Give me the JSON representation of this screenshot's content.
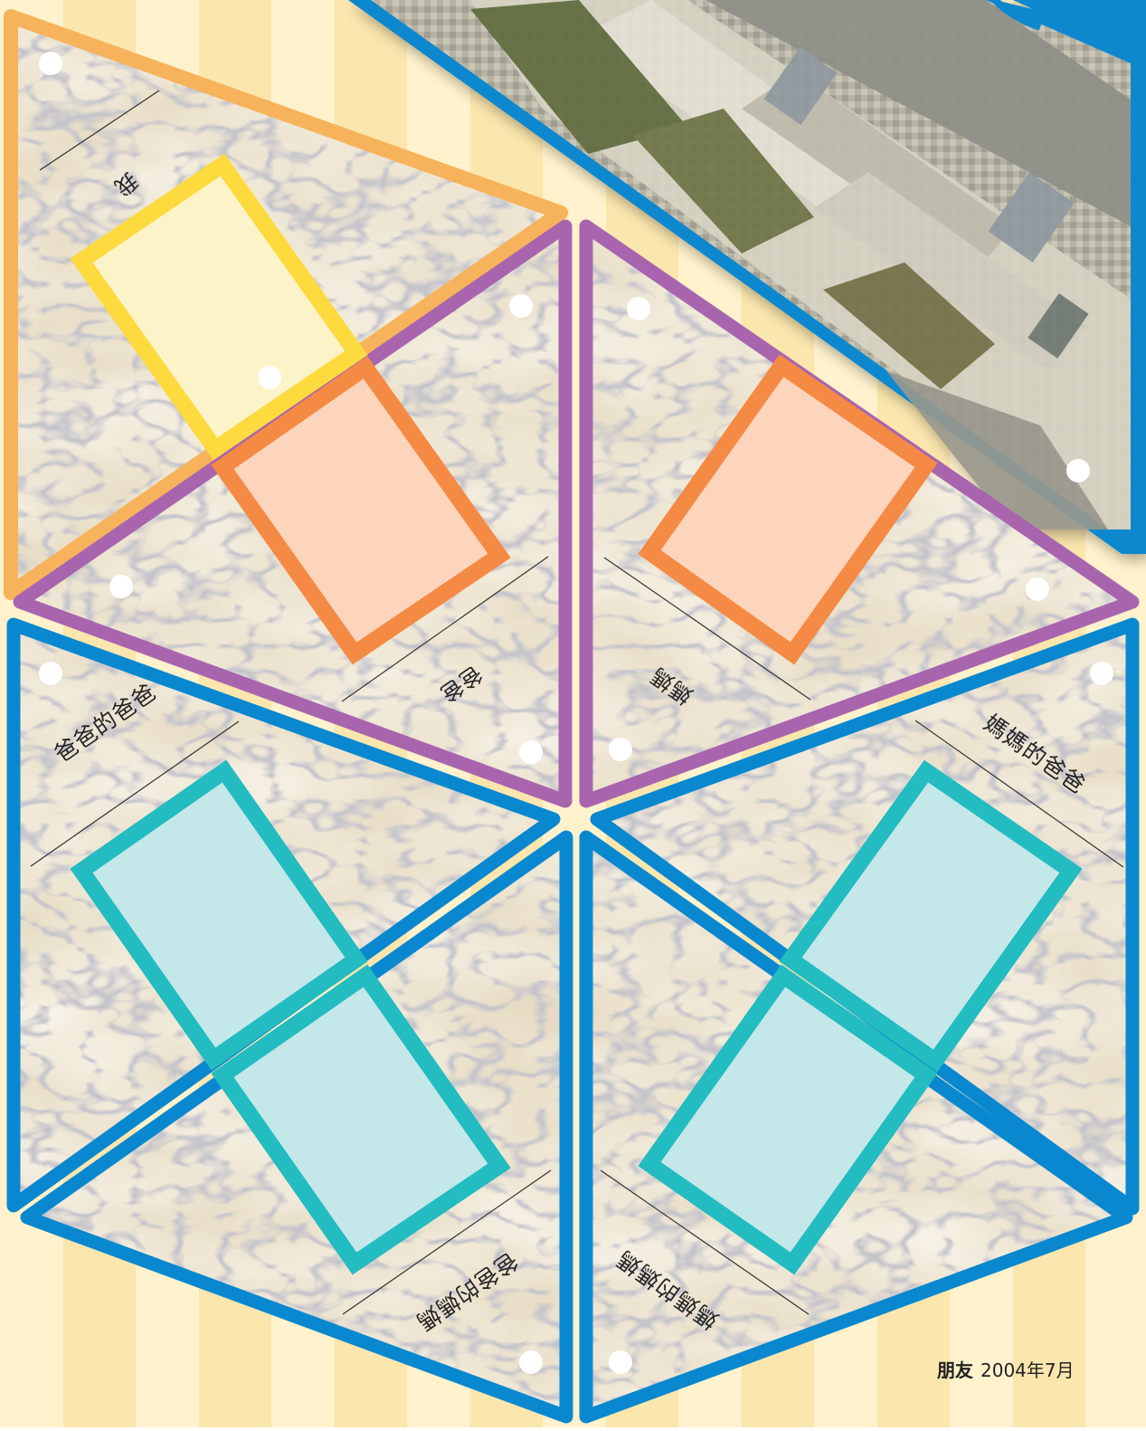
{
  "labels": {
    "me": "我",
    "dad": "爸爸",
    "mom": "媽媽",
    "dads_dad": "爸爸的爸爸",
    "moms_dad": "媽媽的爸爸",
    "dads_mom": "爸爸的媽媽",
    "moms_mom": "媽媽的媽媽"
  },
  "footer": {
    "magazine": "朋友",
    "issue": "2004年7月"
  },
  "colors": {
    "background": "#fbe9b4",
    "stripe": "#fff3cf",
    "marble": "#e6dcc4",
    "me_border": "#f6b35b",
    "me_photo_border": "#fdda3e",
    "me_photo_fill": "#fdf3c8",
    "parents_border": "#a865ae",
    "parents_photo_border": "#f58a45",
    "parents_photo_fill": "#fdd5bd",
    "grandparents_border": "#0a88cf",
    "grandparents_photo_border": "#23bcc1",
    "grandparents_photo_fill": "#c4e7ea"
  }
}
